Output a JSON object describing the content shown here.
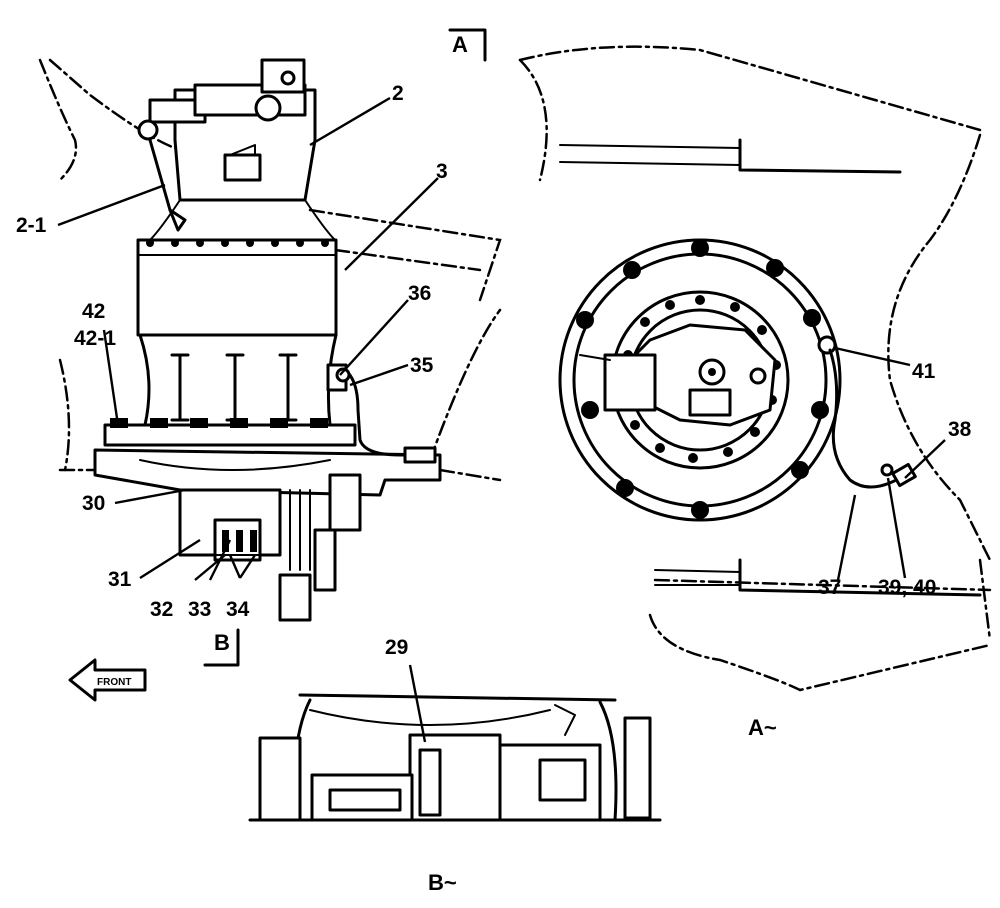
{
  "view_labels": {
    "section_a_mark": "A",
    "section_b_mark": "B",
    "view_a_caption": "A~",
    "view_b_caption": "B~"
  },
  "front_arrow_label": "FRONT",
  "callouts": {
    "c2": "2",
    "c2_1": "2-1",
    "c3": "3",
    "c42": "42",
    "c42_1": "42-1",
    "c36": "36",
    "c35": "35",
    "c30": "30",
    "c31": "31",
    "c32": "32",
    "c33": "33",
    "c34": "34",
    "c41": "41",
    "c38": "38",
    "c37": "37",
    "c39_40": "39, 40",
    "c29": "29"
  }
}
